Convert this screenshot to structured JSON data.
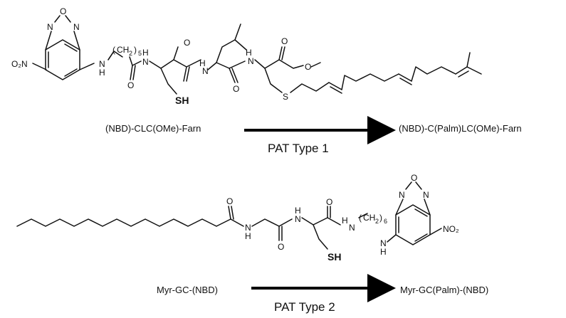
{
  "molecule1": {
    "atoms": {
      "nitro": "O₂N",
      "nh": "N",
      "nh_h": "H",
      "n_ring_left": "N",
      "o_ring": "O",
      "n_ring_right": "N",
      "chain_open": "(",
      "chain_ch2": "CH",
      "chain_sub": "2",
      "chain_close": ")",
      "chain_count": "5",
      "o_carbonyl1": "O",
      "nh2_h": "H",
      "nh2_n": "N",
      "sh": "SH",
      "o_carbonyl2": "O",
      "nh3_h": "H",
      "nh3_n": "N",
      "o_carbonyl3": "O",
      "nh4_h": "H",
      "nh4_n": "N",
      "o_ester_carbonyl": "O",
      "o_ester": "O",
      "s_thioether": "S"
    },
    "substrate_label": "(NBD)-CLC(OMe)-Farn",
    "product_label": "(NBD)-C(Palm)LC(OMe)-Farn",
    "caption": "PAT Type 1"
  },
  "molecule2": {
    "atoms": {
      "o_carbonyl1": "O",
      "nh1_n": "N",
      "nh1_h": "H",
      "o_carbonyl2": "O",
      "nh2_h": "H",
      "nh2_n": "N",
      "o_carbonyl3": "O",
      "nh3_h": "H",
      "nh3_n": "N",
      "chain_open": "(",
      "chain_ch2": "CH",
      "chain_sub": "2",
      "chain_close": ")",
      "chain_count": "6",
      "nh4_n": "N",
      "nh4_h": "H",
      "sh": "SH",
      "n_ring_left": "N",
      "o_ring": "O",
      "n_ring_right": "N",
      "nitro": "NO₂"
    },
    "substrate_label": "Myr-GC-(NBD)",
    "product_label": "Myr-GC(Palm)-(NBD)",
    "caption": "PAT Type 2"
  }
}
